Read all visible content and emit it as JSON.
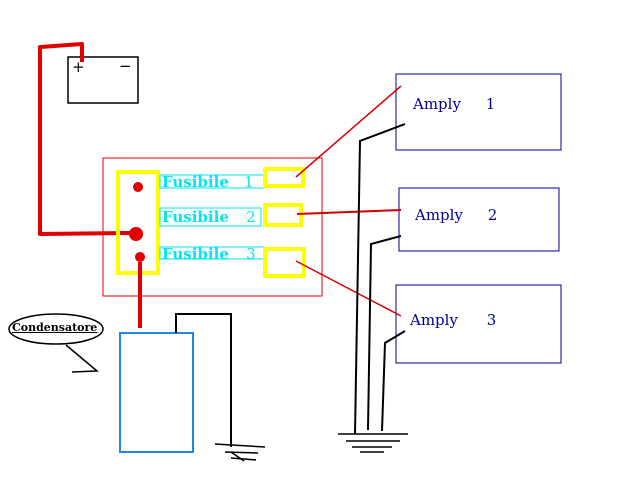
{
  "battery": {
    "plus_label": "+",
    "minus_label": "−"
  },
  "fuses": [
    {
      "label": "Fusibile",
      "number": "1"
    },
    {
      "label": "Fusibile",
      "number": "2"
    },
    {
      "label": "Fusibile",
      "number": "3"
    }
  ],
  "amplifiers": [
    {
      "label": "Amply",
      "number": "1"
    },
    {
      "label": "Amply",
      "number": "2"
    },
    {
      "label": "Amply",
      "number": "3"
    }
  ],
  "capacitor": {
    "label": "Condensatore"
  },
  "colors": {
    "power_wire": "#e00000",
    "signal_wire": "#d40000",
    "ground_wire": "#000000",
    "fuse_box_outline": "#e00000",
    "fuse_highlight": "#ffff00",
    "fuse_label": "#00e5ee",
    "amplifier_outline": "#000099",
    "capacitor_outline": "#1e88e5"
  }
}
